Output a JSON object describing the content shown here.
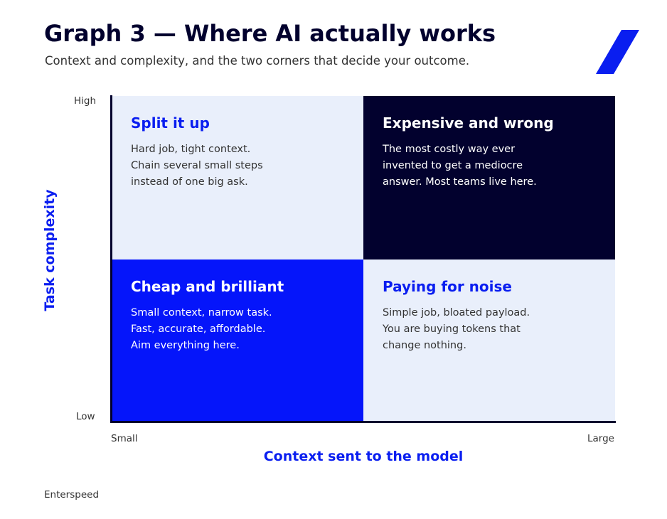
{
  "header": {
    "title": "Graph 3 — Where AI actually works",
    "subtitle": "Context and complexity, and the two corners that decide your outcome."
  },
  "logo": {
    "icon": "slash-stripe-icon",
    "color": "#0a1ef0"
  },
  "axes": {
    "y": {
      "title": "Task complexity",
      "high": "High",
      "low": "Low"
    },
    "x": {
      "title": "Context sent to the model",
      "small": "Small",
      "large": "Large"
    }
  },
  "quadrants": {
    "top_left": {
      "title": "Split it up",
      "lines": [
        "Hard job, tight context.",
        "Chain several small steps",
        "instead of one big ask."
      ]
    },
    "top_right": {
      "title": "Expensive and wrong",
      "lines": [
        "The most costly way ever",
        "invented to get a mediocre",
        "answer. Most teams live here."
      ]
    },
    "bottom_left": {
      "title": "Cheap and brilliant",
      "lines": [
        "Small context, narrow task.",
        "Fast, accurate, affordable.",
        "Aim everything here."
      ]
    },
    "bottom_right": {
      "title": "Paying for noise",
      "lines": [
        "Simple job, bloated payload.",
        "You are buying tokens that",
        "change nothing."
      ]
    }
  },
  "colors": {
    "navy": "#02012e",
    "blue": "#0515fa",
    "light": "#e9effb",
    "accent_text": "#0a1ef0"
  },
  "footer": {
    "brand": "Enterspeed"
  }
}
